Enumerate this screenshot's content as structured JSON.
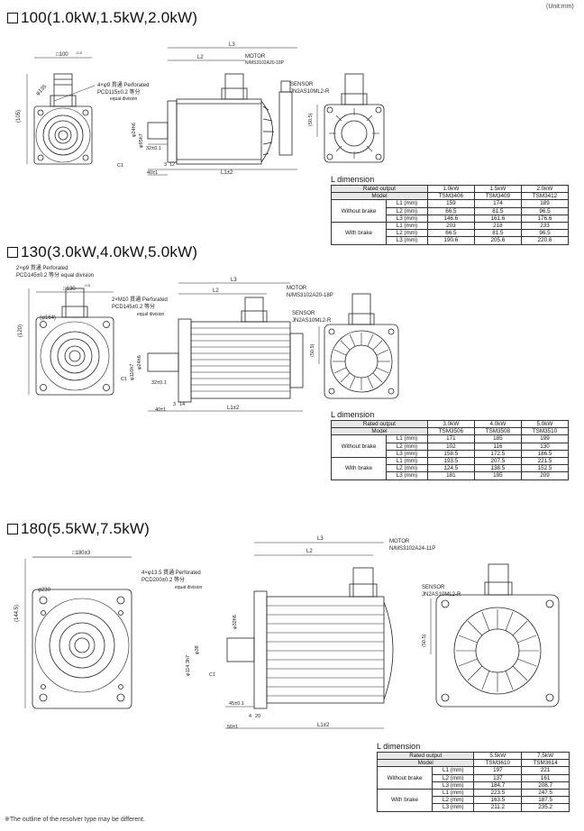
{
  "unit_note": "(Unit:mm)",
  "footnote": "※The outline of the resolver type may be different.",
  "sections": [
    {
      "title": "100(1.0kW,1.5kW,2.0kW)",
      "drawing": {
        "flange": "□100",
        "flange_tol": "-0.5",
        "holes": "4×φ9 貫通 Perforated",
        "pcd": "PCD115±0.2 等分",
        "pcd_sub": "equal division",
        "side_height": "(105)",
        "pilot": "φ135",
        "motor_label": "MOTOR",
        "motor_conn": "N/MS3102A20-18P",
        "sensor_label": "SENSOR",
        "sensor_conn": "JN2AS10ML2-R",
        "dim_l1": "L1±2",
        "dim_l2": "L2",
        "dim_l3": "L3",
        "shaft_dia": "φ95h7",
        "shaft_key": "φ24h6",
        "shaft_len": "32±0.1",
        "flange_thk": "12",
        "spigot": "3",
        "shaft_total": "40±1",
        "chamfer": "C1",
        "connector_height": "(50.5)"
      },
      "ldim_title": "L dimension",
      "table": {
        "rated_label": "Rated output",
        "model_label": "Model",
        "outputs": [
          "1.0kW",
          "1.5kW",
          "2.0kW"
        ],
        "models": [
          "TSM3406",
          "TSM3409",
          "TSM3412"
        ],
        "groups": [
          {
            "name": "Without brake",
            "rows": [
              {
                "label": "L1 (mm)",
                "values": [
                  "159",
                  "174",
                  "189"
                ]
              },
              {
                "label": "L2 (mm)",
                "values": [
                  "66.5",
                  "81.5",
                  "96.5"
                ]
              },
              {
                "label": "L3 (mm)",
                "values": [
                  "146.6",
                  "161.6",
                  "176.6"
                ]
              }
            ]
          },
          {
            "name": "With brake",
            "rows": [
              {
                "label": "L1 (mm)",
                "values": [
                  "203",
                  "218",
                  "233"
                ]
              },
              {
                "label": "L2 (mm)",
                "values": [
                  "66.5",
                  "81.5",
                  "96.5"
                ]
              },
              {
                "label": "L3 (mm)",
                "values": [
                  "190.6",
                  "205.6",
                  "220.6"
                ]
              }
            ]
          }
        ]
      }
    },
    {
      "title": "130(3.0kW,4.0kW,5.0kW)",
      "drawing": {
        "flange": "□130",
        "flange_tol": "-0.5",
        "holes": "2×φ9 貫通 Perforated",
        "pcd": "PCD145±0.2 等分 equal division",
        "holes2": "2×M10 貫通 Perforated",
        "pcd2": "PCD145±0.2 等分",
        "pcd2_sub": "equal division",
        "side_height": "(120)",
        "pilot": "(φ164)",
        "motor_label": "MOTOR",
        "motor_conn": "N/MS3102A20-18P",
        "sensor_label": "SENSOR",
        "sensor_conn": "JN2AS10ML2-R",
        "dim_l1": "L1±2",
        "dim_l2": "L2",
        "dim_l3": "L3",
        "shaft_dia": "φ110h7",
        "shaft_key": "φ24h6",
        "shaft_len": "32±0.1",
        "flange_thk": "14",
        "spigot": "3",
        "shaft_total": "40±1",
        "chamfer": "C1",
        "connector_height": "(50.5)"
      },
      "ldim_title": "L dimension",
      "table": {
        "rated_label": "Rated output",
        "model_label": "Model",
        "outputs": [
          "3.0kW",
          "4.0kW",
          "5.0kW"
        ],
        "models": [
          "TSM3506",
          "TSM3508",
          "TSM3510"
        ],
        "groups": [
          {
            "name": "Without brake",
            "rows": [
              {
                "label": "L1 (mm)",
                "values": [
                  "171",
                  "185",
                  "199"
                ]
              },
              {
                "label": "L2 (mm)",
                "values": [
                  "102",
                  "116",
                  "130"
                ]
              },
              {
                "label": "L3 (mm)",
                "values": [
                  "158.5",
                  "172.5",
                  "186.5"
                ]
              }
            ]
          },
          {
            "name": "With brake",
            "rows": [
              {
                "label": "L1 (mm)",
                "values": [
                  "193.5",
                  "207.5",
                  "221.5"
                ]
              },
              {
                "label": "L2 (mm)",
                "values": [
                  "124.5",
                  "138.5",
                  "152.5"
                ]
              },
              {
                "label": "L3 (mm)",
                "values": [
                  "181",
                  "195",
                  "209"
                ]
              }
            ]
          }
        ]
      }
    },
    {
      "title": "180(5.5kW,7.5kW)",
      "drawing": {
        "flange": "□180±3",
        "holes": "4×φ13.5 貫通 Perforated",
        "pcd": "PCD200±0.2 等分",
        "pcd_sub": "equal division",
        "side_height": "(144.5)",
        "pilot": "φ230",
        "motor_label": "MOTOR",
        "motor_conn": "N/MS3102A24-11P",
        "sensor_label": "SENSOR",
        "sensor_conn": "JN2AS10ML2-R",
        "dim_l1": "L1±2",
        "dim_l2": "L2",
        "dim_l3": "L3",
        "shaft_dia": "φ114.3h7",
        "shaft_key": "φ38",
        "shaft_key2": "φ32h6",
        "shaft_len": "45±0.1",
        "flange_thk": "20",
        "spigot": "4",
        "shaft_total": "50±1",
        "chamfer": "C1",
        "connector_height": "(50.5)"
      },
      "ldim_title": "L dimension",
      "table": {
        "rated_label": "Rated output",
        "model_label": "Model",
        "outputs": [
          "5.5kW",
          "7.5kW"
        ],
        "models": [
          "TSM3610",
          "TSM3614"
        ],
        "groups": [
          {
            "name": "Without brake",
            "rows": [
              {
                "label": "L1 (mm)",
                "values": [
                  "197",
                  "221"
                ]
              },
              {
                "label": "L2 (mm)",
                "values": [
                  "137",
                  "161"
                ]
              },
              {
                "label": "L3 (mm)",
                "values": [
                  "184.7",
                  "208.7"
                ]
              }
            ]
          },
          {
            "name": "With brake",
            "rows": [
              {
                "label": "L1 (mm)",
                "values": [
                  "223.5",
                  "247.5"
                ]
              },
              {
                "label": "L2 (mm)",
                "values": [
                  "163.5",
                  "187.5"
                ]
              },
              {
                "label": "L3 (mm)",
                "values": [
                  "211.2",
                  "235.2"
                ]
              }
            ]
          }
        ]
      }
    }
  ]
}
